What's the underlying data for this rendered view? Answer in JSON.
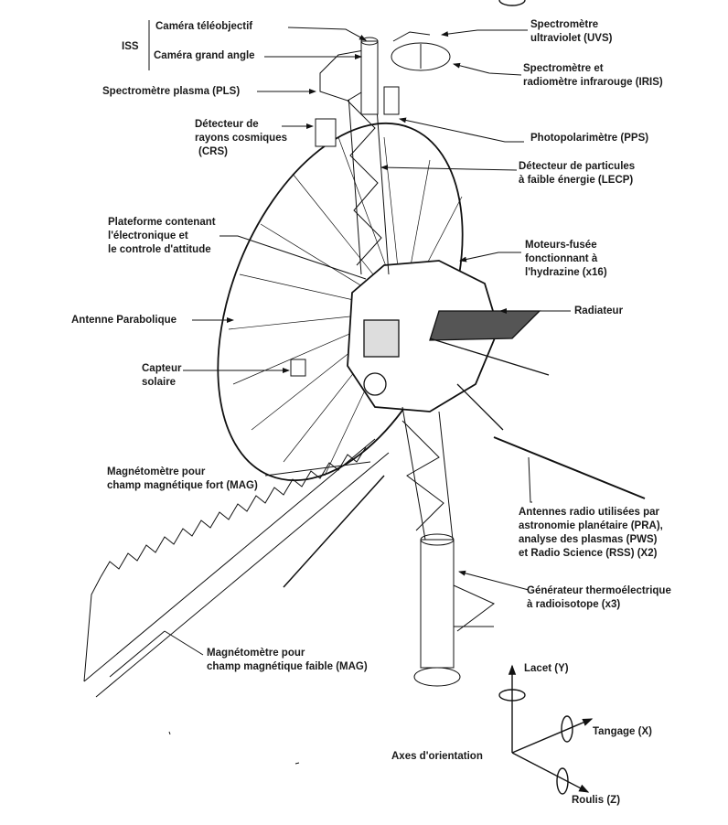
{
  "labels": {
    "iss": "ISS",
    "camera_tele": "Caméra téléobjectif",
    "camera_wide": "Caméra grand angle",
    "pls": "Spectromètre plasma (PLS)",
    "crs": [
      "Détecteur de",
      "rayons cosmiques",
      "(CRS)"
    ],
    "platform": [
      "Plateforme contenant",
      "l'électronique et",
      "le controle d'attitude"
    ],
    "dish": "Antenne Parabolique",
    "sun_sensor": [
      "Capteur",
      "solaire"
    ],
    "mag_high": [
      "Magnétomètre pour",
      "champ magnétique fort (MAG)"
    ],
    "mag_low": [
      "Magnétomètre pour",
      "champ magnétique faible (MAG)"
    ],
    "uvs": [
      "Spectromètre",
      "ultraviolet (UVS)"
    ],
    "iris": [
      "Spectromètre et",
      "radiomètre infrarouge (IRIS)"
    ],
    "pps": "Photopolarimètre (PPS)",
    "lecp": [
      "Détecteur de particules",
      "à faible énergie (LECP)"
    ],
    "thrusters": [
      "Moteurs-fusée",
      "fonctionnant à",
      "l'hydrazine (x16)"
    ],
    "radiator": "Radiateur",
    "radio": [
      "Antennes radio utilisées par",
      "astronomie planétaire (PRA),",
      "analyse des plasmas (PWS)",
      "et Radio Science (RSS)  (X2)"
    ],
    "rtg": [
      "Générateur thermoélectrique",
      "à radioisotope (x3)"
    ],
    "axes": {
      "title": "Axes d'orientation",
      "yaw": "Lacet (Y)",
      "pitch": "Tangage (X)",
      "roll": "Roulis (Z)"
    }
  }
}
